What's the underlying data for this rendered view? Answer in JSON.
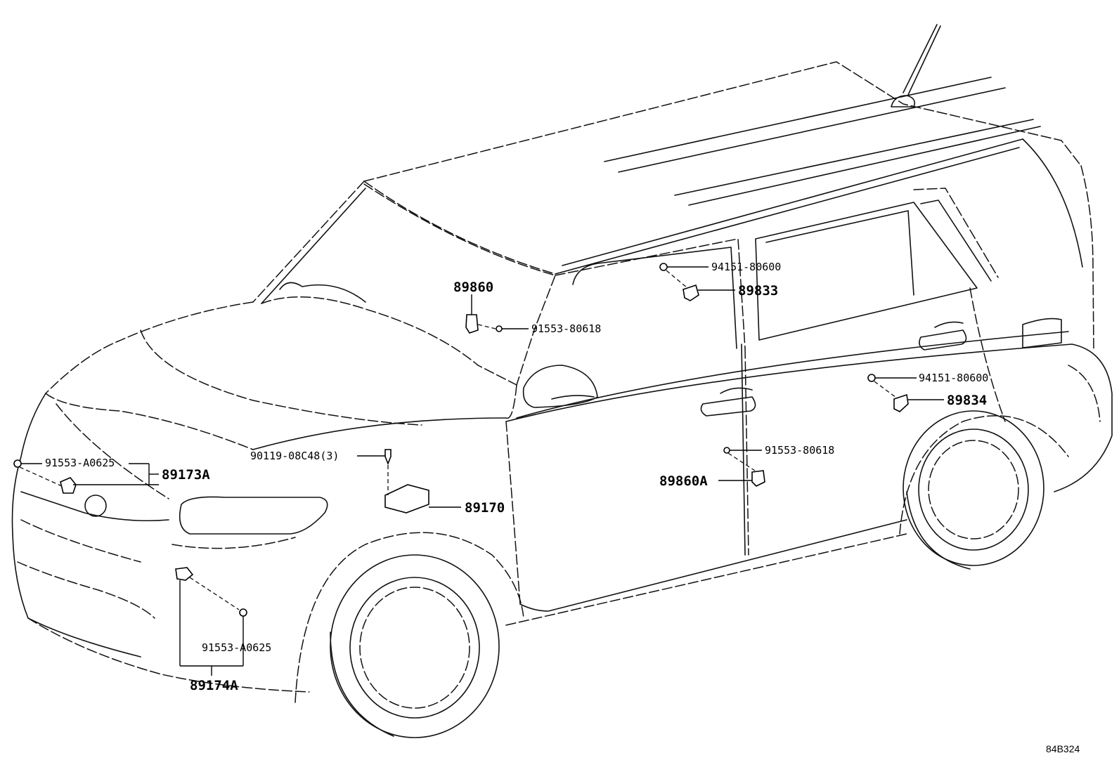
{
  "callouts": {
    "p89860": "89860",
    "p91553_80618_upper": "91553-80618",
    "p94151_80600_front": "94151-80600",
    "p89833": "89833",
    "p94151_80600_rear": "94151-80600",
    "p89834": "89834",
    "p91553_80618_lower": "91553-80618",
    "p89860A": "89860A",
    "p90119_08C48": "90119-08C48(3)",
    "p89170": "89170",
    "p91553_A0625_upper": "91553-A0625",
    "p89173A": "89173A",
    "p91553_A0625_lower": "91553-A0625",
    "p89174A": "89174A"
  },
  "diagram_ref": "84B324"
}
